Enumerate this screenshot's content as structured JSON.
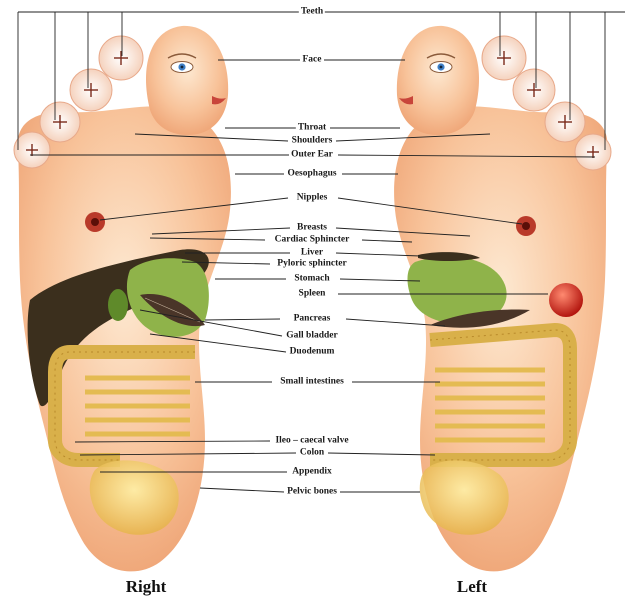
{
  "labels": [
    "Teeth",
    "Face",
    "Throat",
    "Shoulders",
    "Outer Ear",
    "Oesophagus",
    "Nipples",
    "Breasts",
    "Cardiac Sphincter",
    "Liver",
    "Pyloric sphincter",
    "Stomach",
    "Spleen",
    "Pancreas",
    "Gall bladder",
    "Duodenum",
    "Small intestines",
    "Ileo – caecal valve",
    "Colon",
    "Appendix",
    "Pelvic bones"
  ],
  "feet": {
    "right": "Right",
    "left": "Left"
  },
  "colors": {
    "skin_light": "#fde2c2",
    "skin": "#f7b98a",
    "skin_dark": "#ee9a68",
    "liver": "#3a2f1c",
    "stomach": "#8fb34a",
    "gall": "#5f8a2a",
    "colon": "#d9b04a",
    "colon_dark": "#b8892a",
    "spleen": "#d8261b",
    "nipple": "#8b1a12"
  }
}
